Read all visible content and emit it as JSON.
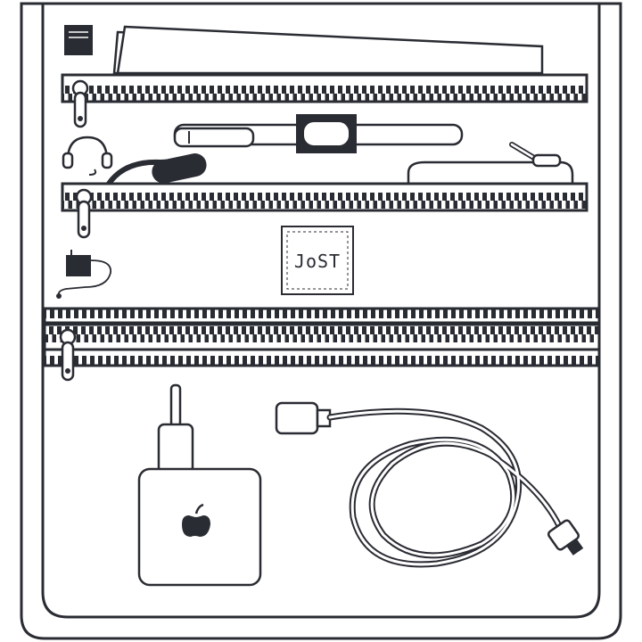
{
  "illustration": {
    "subject": "organizer-pouch",
    "colors": {
      "stroke": "#2a2c33",
      "fill": "#ffffff",
      "zipper": "#2a2c33"
    },
    "zippers": [
      {
        "name": "top-zipper",
        "icon": "zipper-pull-icon"
      },
      {
        "name": "middle-zipper",
        "icon": "zipper-pull-icon"
      },
      {
        "name": "bottom-zipper",
        "icon": "zipper-pull-icon"
      }
    ],
    "items": [
      {
        "name": "notebook",
        "icon": "notebook-icon"
      },
      {
        "name": "documents",
        "icon": "papers-icon"
      },
      {
        "name": "pen",
        "icon": "pen-icon"
      },
      {
        "name": "headphones",
        "icon": "headphones-icon"
      },
      {
        "name": "earbud-cable",
        "icon": "earbud-cable-icon"
      },
      {
        "name": "stylus",
        "icon": "stylus-icon"
      },
      {
        "name": "adapter",
        "icon": "adapter-icon"
      },
      {
        "name": "power-charger",
        "icon": "charger-icon"
      },
      {
        "name": "usb-cable",
        "icon": "usb-cable-icon"
      }
    ],
    "brand_label": {
      "text": "JoST"
    }
  }
}
